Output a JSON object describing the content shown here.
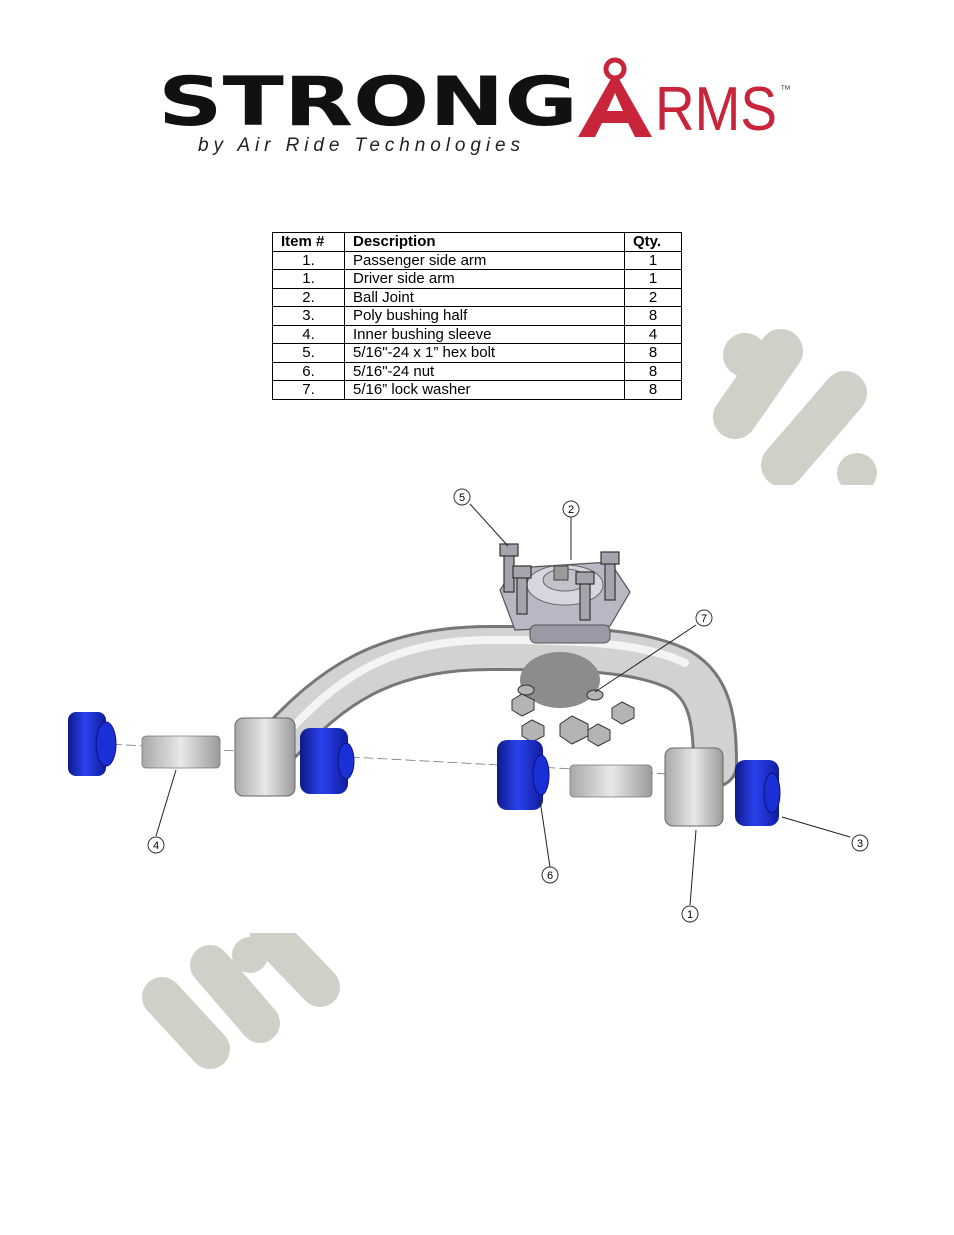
{
  "brand": {
    "wordmark_left": "STRONG",
    "wordmark_right": "RMS",
    "tagline": "by Air Ride Technologies",
    "trademark": "™",
    "colors": {
      "black": "#111111",
      "red": "#c8243a"
    }
  },
  "parts_table": {
    "headers": [
      "Item #",
      "Description",
      "Qty."
    ],
    "rows": [
      [
        "1.",
        "Passenger side arm",
        "1"
      ],
      [
        "1.",
        "Driver side arm",
        "1"
      ],
      [
        "2.",
        "Ball Joint",
        "2"
      ],
      [
        "3.",
        "Poly bushing half",
        "8"
      ],
      [
        "4.",
        "Inner bushing sleeve",
        "4"
      ],
      [
        "5.",
        "5/16\"-24 x 1” hex bolt",
        "8"
      ],
      [
        "6.",
        "5/16\"-24 nut",
        "8"
      ],
      [
        "7.",
        "5/16” lock washer",
        "8"
      ]
    ]
  },
  "callouts": [
    "5",
    "2",
    "7",
    "4",
    "6",
    "1",
    "3"
  ],
  "colors": {
    "bushing_blue": "#1a2fd6",
    "steel_gray": "#c9c9c9",
    "watermark_gray": "#d0d0c8"
  }
}
